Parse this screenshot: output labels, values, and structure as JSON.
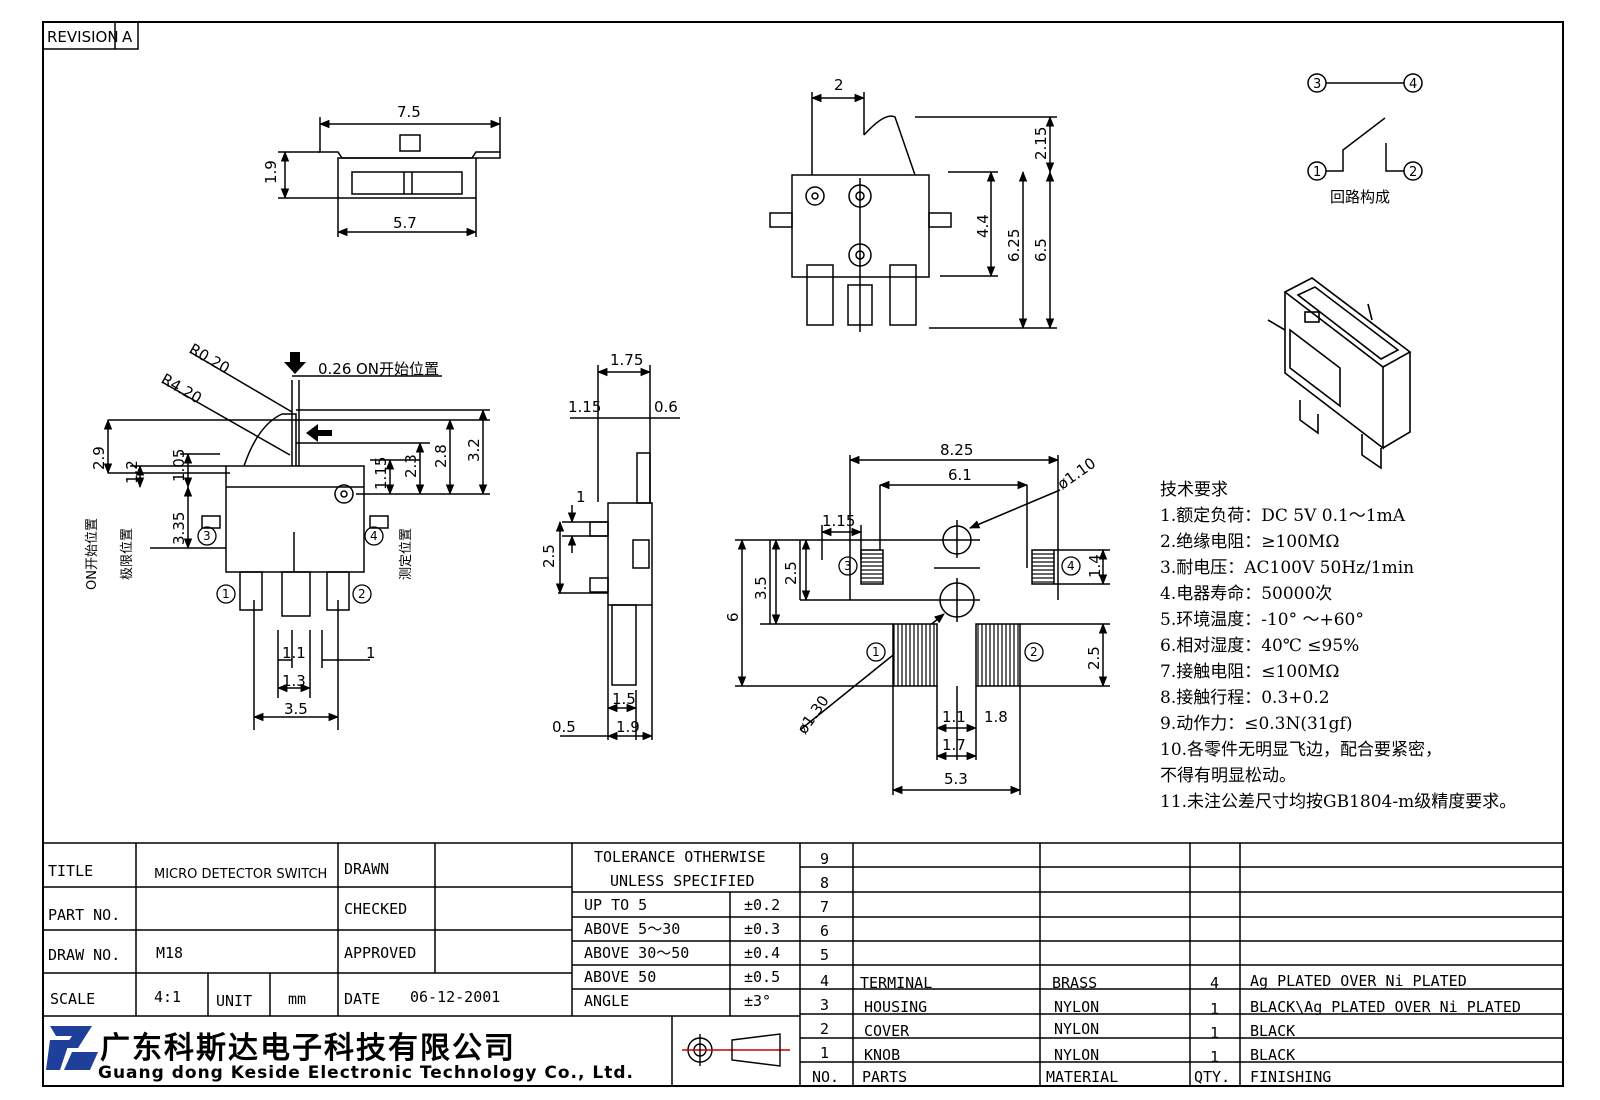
{
  "revision": {
    "label": "REVISION",
    "value": "A"
  },
  "dims": {
    "top_width": "7.5",
    "top_height": "1.9",
    "top_base": "5.7",
    "right_top": "2",
    "right_h1": "2.15",
    "right_h2": "4.4",
    "right_h3": "6.25",
    "right_h4": "6.5",
    "left_r1": "R0.20",
    "left_r2": "R4.20",
    "left_on": "0.26",
    "left_on_note": "ON开始位置",
    "left_h29": "2.9",
    "left_h12": "1.2",
    "left_h105": "1.05",
    "left_h335": "3.35",
    "left_h115": "1.15",
    "left_h23": "2.3",
    "left_h28": "2.8",
    "left_h32": "3.2",
    "left_b11": "1.1",
    "left_b1": "1",
    "left_b13": "1.3",
    "left_b35": "3.5",
    "left_v1": "ON开始位置",
    "left_v2": "极限位置",
    "left_v3": "测定位置",
    "side_175": "1.75",
    "side_115": "1.15",
    "side_06": "0.6",
    "side_1": "1",
    "side_25": "2.5",
    "side_15": "1.5",
    "side_05": "0.5",
    "side_19": "1.9",
    "pcb_825": "8.25",
    "pcb_61": "6.1",
    "pcb_d110": "ø1.10",
    "pcb_115": "1.15",
    "pcb_14": "1.4",
    "pcb_35": "3.5",
    "pcb_25a": "2.5",
    "pcb_6": "6",
    "pcb_25b": "2.5",
    "pcb_d130": "ø1.30",
    "pcb_11": "1.1",
    "pcb_18": "1.8",
    "pcb_17": "1.7",
    "pcb_53": "5.3"
  },
  "pins": {
    "p1": "1",
    "p2": "2",
    "p3": "3",
    "p4": "4"
  },
  "circuit_caption": "回路构成",
  "tech": {
    "heading": "技术要求",
    "items": [
      "1.额定负荷：DC 5V  0.1～1mA",
      "2.绝缘电阻：≥100MΩ",
      "3.耐电压：AC100V 50Hz/1min",
      "4.电器寿命：50000次",
      "5.环境温度：-10°  ～+60°",
      "6.相对湿度：40℃   ≤95%",
      "7.接触电阻：≤100MΩ",
      "8.接触行程：0.3+0.2",
      "9.动作力：≤0.3N(31gf)",
      "10.各零件无明显飞边，配合要紧密，",
      "  不得有明显松动。",
      "11.未注公差尺寸均按GB1804-m级精度要求。"
    ]
  },
  "title_block": {
    "title_label": "TITLE",
    "title_value": "MICRO DETECTOR SWITCH",
    "part_label": "PART NO.",
    "part_value": "",
    "draw_label": "DRAW NO.",
    "draw_value": "M18",
    "scale_label": "SCALE",
    "scale_value": "4:1",
    "unit_label": "UNIT",
    "unit_value": "mm",
    "date_label": "DATE",
    "date_value": "06-12-2001",
    "drawn_label": "DRAWN",
    "checked_label": "CHECKED",
    "approved_label": "APPROVED",
    "tol_head1": "TOLERANCE OTHERWISE",
    "tol_head2": "UNLESS SPECIFIED",
    "tolerances": [
      {
        "range": "UP TO 5",
        "value": "±0.2"
      },
      {
        "range": "ABOVE 5～30",
        "value": "±0.3"
      },
      {
        "range": "ABOVE 30～50",
        "value": "±0.4"
      },
      {
        "range": "ABOVE 50",
        "value": "±0.5"
      },
      {
        "range": "ANGLE",
        "value": "±3°"
      }
    ],
    "company_cn": "广东科斯达电子科技有限公司",
    "company_en": "Guang dong Keside  Electronic Technology Co., Ltd."
  },
  "bom": {
    "headers": {
      "no": "NO.",
      "parts": "PARTS",
      "material": "MATERIAL",
      "qty": "QTY.",
      "finishing": "FINISHING"
    },
    "empty_rows": [
      "9",
      "8",
      "7",
      "6",
      "5"
    ],
    "rows": [
      {
        "no": "4",
        "part": "TERMINAL",
        "material": "BRASS",
        "qty": "4",
        "finishing": "Ag PLATED OVER Ni PLATED"
      },
      {
        "no": "3",
        "part": "HOUSING",
        "material": "NYLON",
        "qty": "1",
        "finishing": "BLACK\\Ag PLATED OVER Ni PLATED"
      },
      {
        "no": "2",
        "part": "COVER",
        "material": "NYLON",
        "qty": "1",
        "finishing": "BLACK"
      },
      {
        "no": "1",
        "part": "KNOB",
        "material": "NYLON",
        "qty": "1",
        "finishing": "BLACK"
      }
    ]
  }
}
